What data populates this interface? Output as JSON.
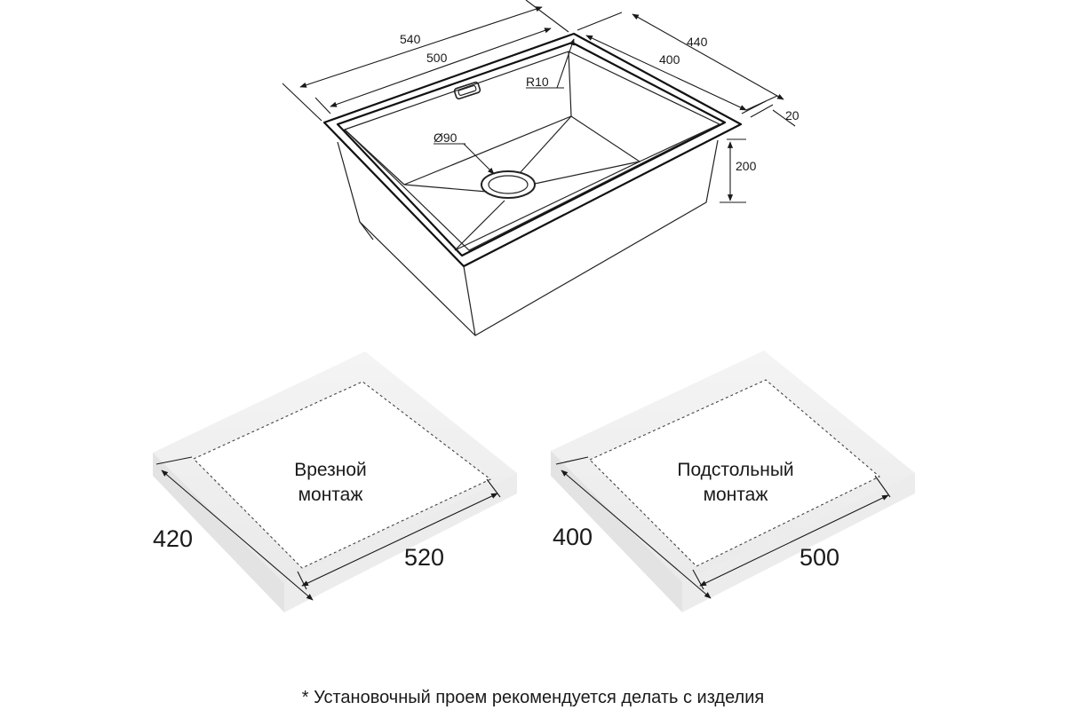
{
  "sink": {
    "outer_width": "540",
    "inner_width": "500",
    "outer_depth": "440",
    "inner_depth": "400",
    "rim": "20",
    "height": "200",
    "corner_radius": "R10",
    "drain_diameter": "Ø90"
  },
  "cutouts": {
    "top_mount": {
      "label_line1": "Врезной",
      "label_line2": "монтаж",
      "depth": "420",
      "width": "520"
    },
    "under_mount": {
      "label_line1": "Подстольный",
      "label_line2": "монтаж",
      "depth": "400",
      "width": "500"
    }
  },
  "footnote": "* Установочный проем рекомендуется делать с изделия"
}
